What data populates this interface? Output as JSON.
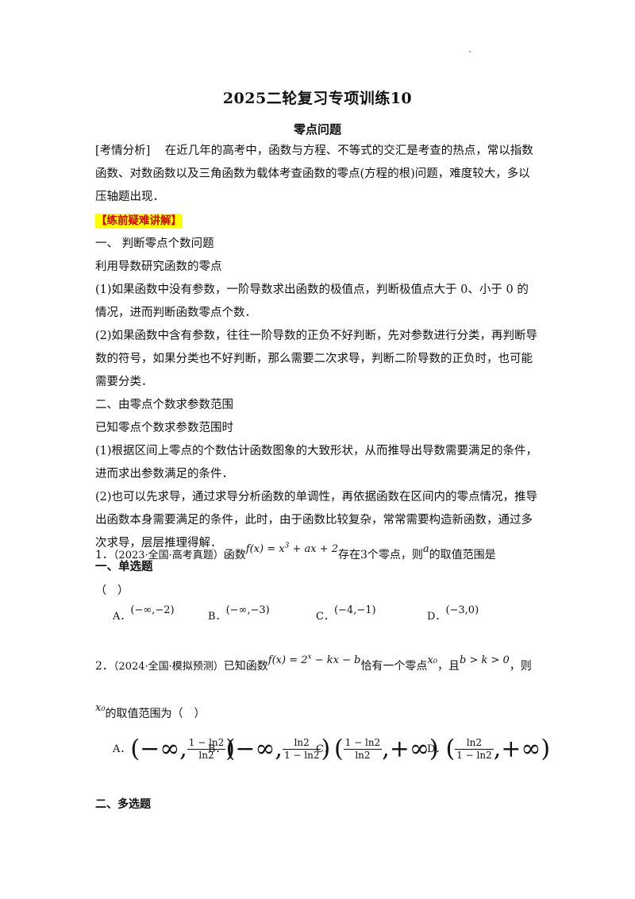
{
  "header": {
    "title": "2025二轮复习专项训练10",
    "subtitle": "零点问题"
  },
  "analysis": {
    "label": "[考情分析]",
    "text": "在近几年的高考中，函数与方程、不等式的交汇是考查的热点，常以指数函数、对数函数以及三角函数为载体考查函数的零点(方程的根)问题，难度较大，多以压轴题出现．"
  },
  "lecture_tag": "【练前疑难讲解】",
  "part1": {
    "heading": "一、  判断零点个数问题",
    "sub": "利用导数研究函数的零点",
    "p1": "(1)如果函数中没有参数，一阶导数求出函数的极值点，判断极值点大于 0、小于 0 的情况，进而判断函数零点个数．",
    "p2": "(2)如果函数中含有参数，往往一阶导数的正负不好判断，先对参数进行分类，再判断导数的符号，如果分类也不好判断，那么需要二次求导，判断二阶导数的正负时，也可能需要分类．"
  },
  "part2": {
    "heading": "二、由零点个数求参数范围",
    "sub": "已知零点个数求参数范围时",
    "p1": "(1)根据区间上零点的个数估计函数图象的大致形状，从而推导出导数需要满足的条件，进而求出参数满足的条件．",
    "p2": "(2)也可以先求导，通过求导分析函数的单调性，再依据函数在区间内的零点情况，推导出函数本身需要满足的条件，此时，由于函数比较复杂，常常需要构造新函数，通过多次求导，层层推理得解．"
  },
  "section_single": "一、单选题",
  "q1": {
    "num": "1．",
    "source": "（2023·全国·高考真题）",
    "pre": "函数",
    "formula_lhs": "f(x) = x",
    "formula_exp": "3",
    "formula_rhs": " + ax + 2",
    "mid": "存在",
    "count": "3",
    "post1": "个零点，则",
    "var": "a",
    "post2": "的取值范围是",
    "blank": "（　）",
    "options": [
      {
        "label": "A．",
        "value": "(−∞,−2)"
      },
      {
        "label": "B．",
        "value": "(−∞,−3)"
      },
      {
        "label": "C．",
        "value": "(−4,−1)"
      },
      {
        "label": "D．",
        "value": "(−3,0)"
      }
    ]
  },
  "q2": {
    "num": "2．",
    "source": "（2024·全国·模拟预测）",
    "pre": "已知函数",
    "formula_lhs": "f(x) = 2",
    "formula_exp": "x",
    "formula_rhs": " − kx − b",
    "mid": "恰有一个零点",
    "var": "x₀",
    "cond_pre": "，且",
    "cond": "b > k > 0",
    "post": "，则",
    "line2_var": "x₀",
    "line2": "的取值范围为（　）",
    "options": [
      {
        "label": "A．",
        "left": "(−∞,",
        "num": "1 − ln2",
        "den": "ln2",
        "right": ")"
      },
      {
        "label": "B．",
        "left": "(−∞,",
        "num": "ln2",
        "den": "1 − ln2",
        "right": ")"
      },
      {
        "label": "C．",
        "left": "(",
        "num": "1 − ln2",
        "den": "ln2",
        "right": ",+∞)"
      },
      {
        "label": "D．",
        "left": "(",
        "num": "ln2",
        "den": "1 − ln2",
        "right": ",+∞)"
      }
    ]
  },
  "section_multi": "二、多选题"
}
